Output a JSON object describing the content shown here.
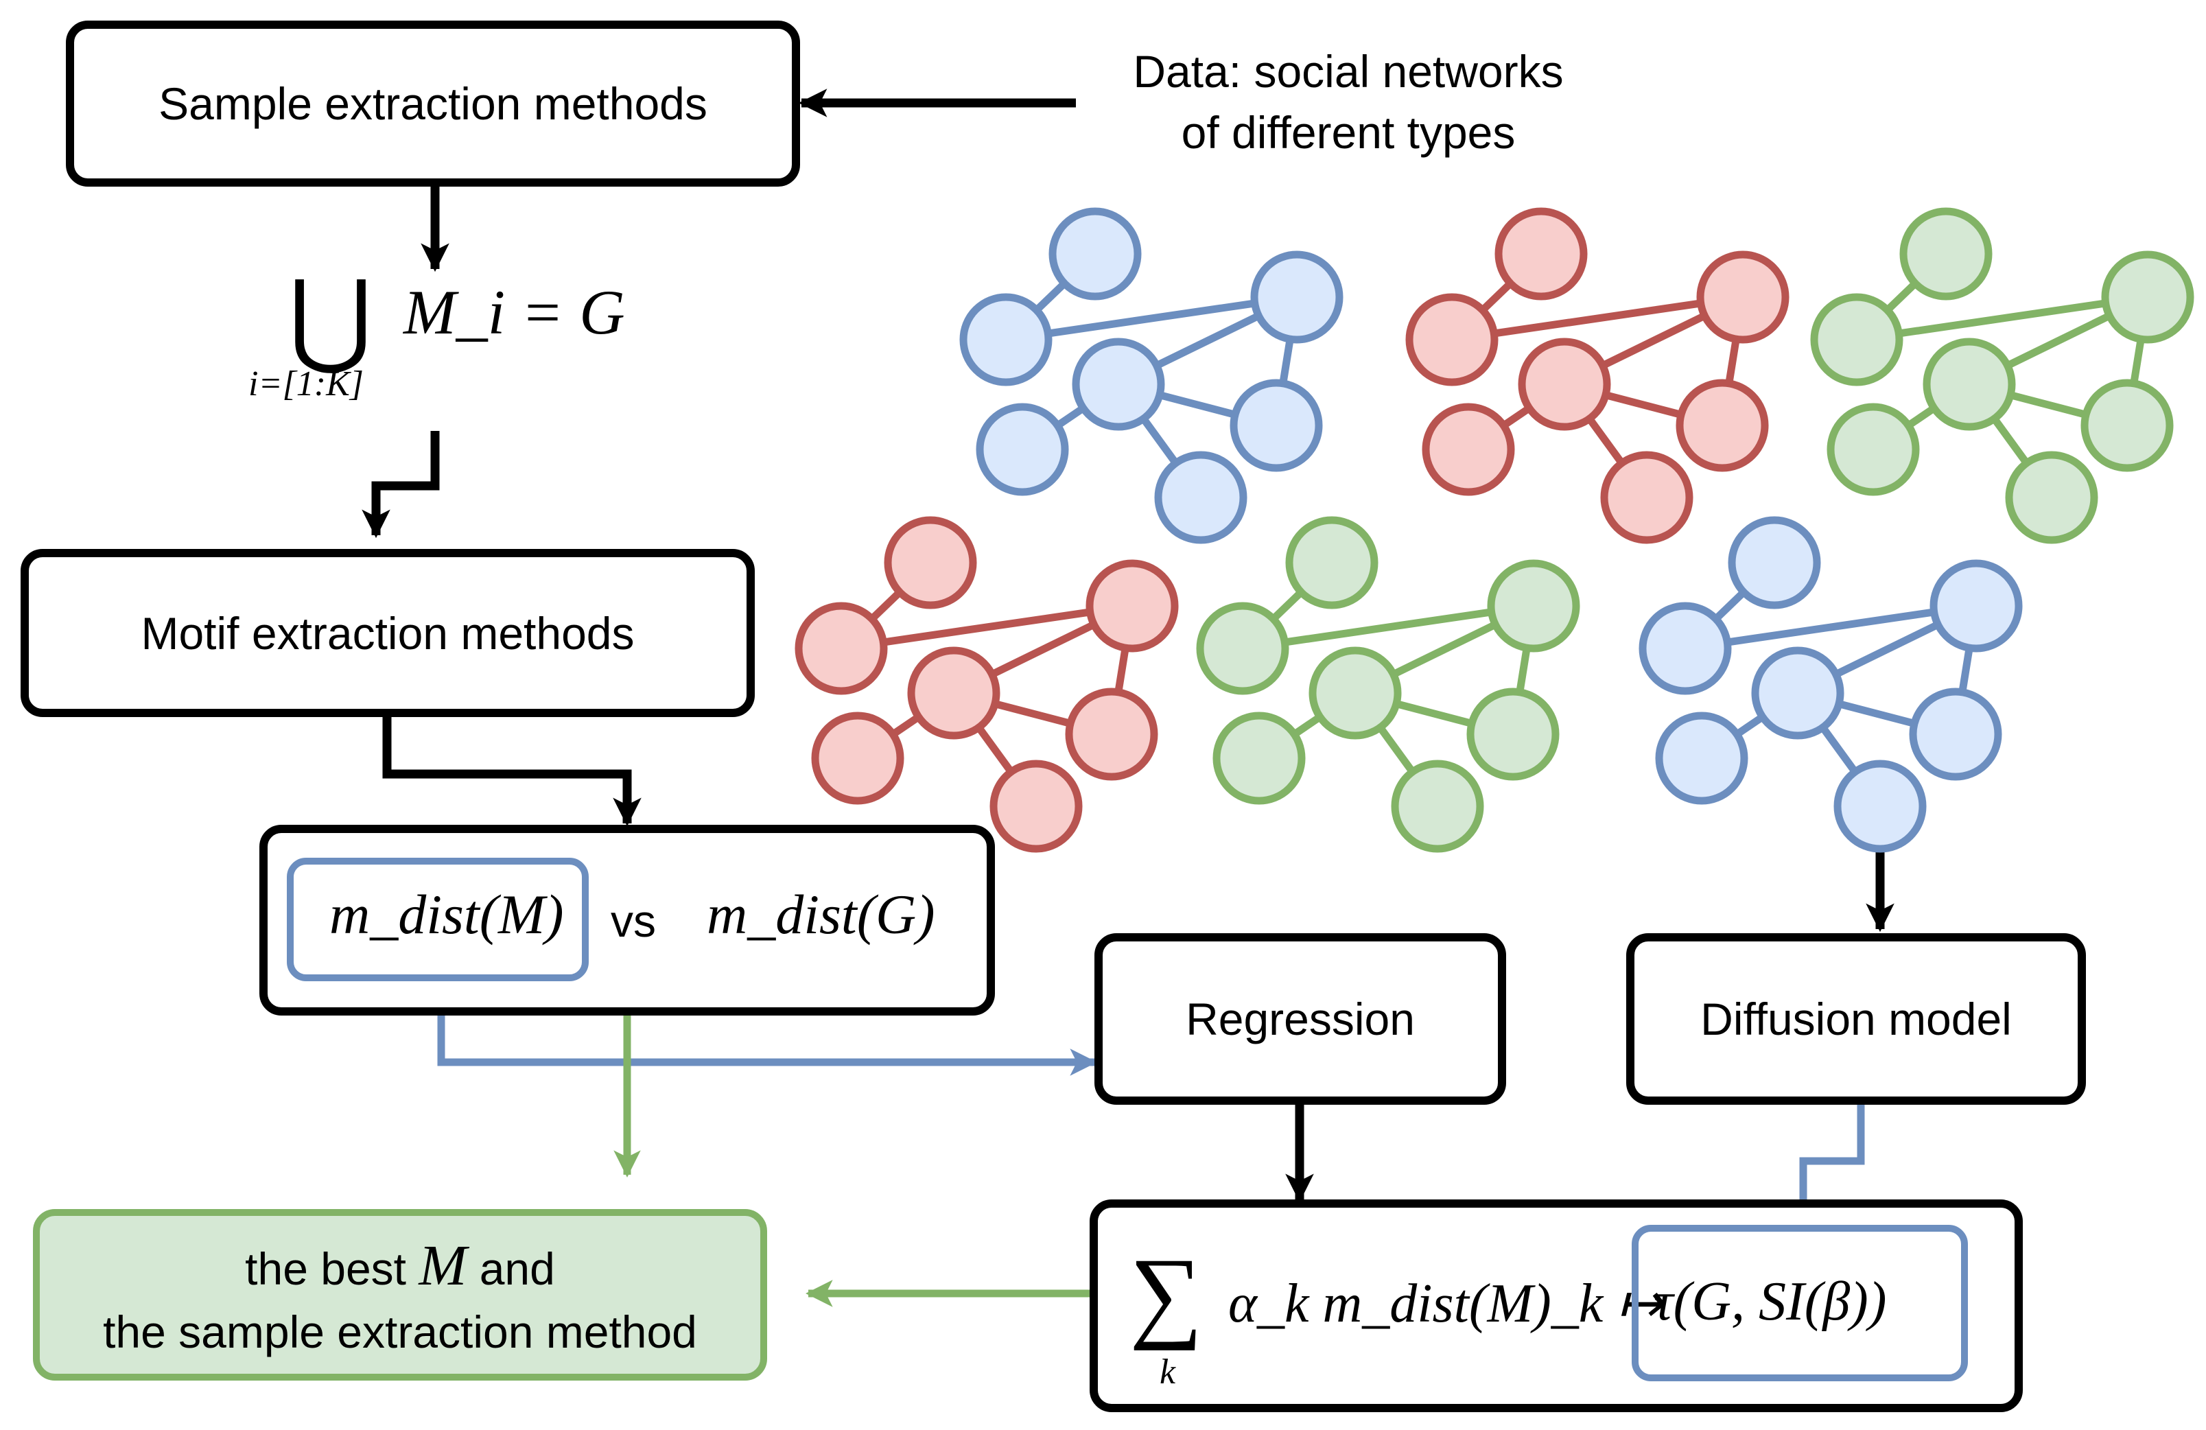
{
  "boxes": {
    "sample_extraction": "Sample extraction methods",
    "motif_extraction": "Motif extraction methods",
    "regression": "Regression",
    "diffusion_model": "Diffusion model",
    "best_line1_pre": "the best",
    "best_var": "M",
    "best_line1_post": "and",
    "best_line2": "the sample extraction method"
  },
  "data_label": {
    "line1": "Data: social networks",
    "line2": "of different types"
  },
  "formulas": {
    "union_limits": "i=[1:K]",
    "union_body": "M_i = G",
    "compare_left": "m_dist(M)",
    "compare_vs": "vs",
    "compare_right": "m_dist(G)",
    "sum_expr": "α_k m_dist(M)_k ↦",
    "sum_index": "k",
    "tau_expr": "τ(G, SI(β))"
  },
  "colors": {
    "blue_fill": "#dae8fc",
    "blue_stroke": "#6c8ebf",
    "red_fill": "#f8cecc",
    "red_stroke": "#b85450",
    "green_fill": "#d5e8d4",
    "green_stroke": "#82b366"
  },
  "networks": [
    {
      "color": "blue"
    },
    {
      "color": "red"
    },
    {
      "color": "green"
    },
    {
      "color": "red"
    },
    {
      "color": "green"
    },
    {
      "color": "blue"
    }
  ]
}
